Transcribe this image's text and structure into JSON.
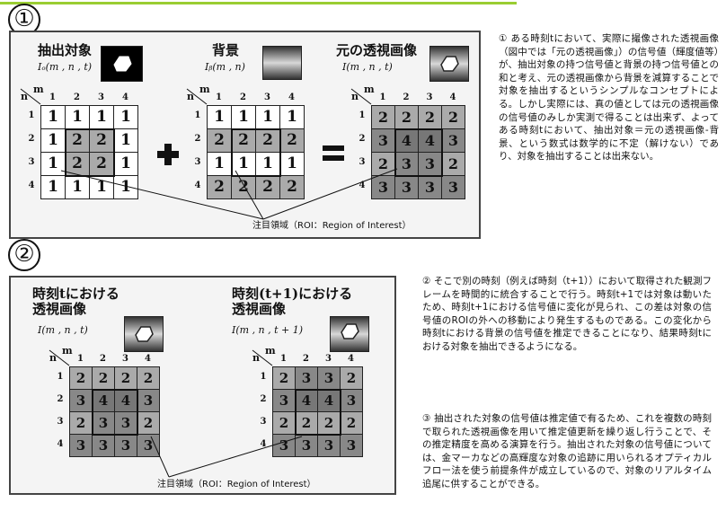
{
  "section1": {
    "number": "①",
    "panels": [
      {
        "title": "抽出対象",
        "variable": "Iₒ(m , n , t)",
        "thumb": "black",
        "matrix": [
          [
            1,
            1,
            1,
            1
          ],
          [
            1,
            2,
            2,
            1
          ],
          [
            1,
            2,
            2,
            1
          ],
          [
            1,
            1,
            1,
            1
          ]
        ]
      },
      {
        "title": "背景",
        "variable": "Iᵦ(m , n)",
        "thumb": "grad",
        "matrix": [
          [
            1,
            1,
            1,
            1
          ],
          [
            2,
            2,
            2,
            2
          ],
          [
            1,
            1,
            1,
            1
          ],
          [
            2,
            2,
            2,
            2
          ]
        ]
      },
      {
        "title": "元の透視画像",
        "variable": "I(m , n , t)",
        "thumb": "grad",
        "matrix": [
          [
            2,
            2,
            2,
            2
          ],
          [
            3,
            4,
            4,
            3
          ],
          [
            2,
            3,
            3,
            2
          ],
          [
            3,
            3,
            3,
            3
          ]
        ]
      }
    ],
    "axis_m": "m",
    "axis_n": "n",
    "col_indices": [
      "1",
      "2",
      "3",
      "4"
    ],
    "row_indices": [
      "1",
      "2",
      "3",
      "4"
    ],
    "plus": "+",
    "equals": "=",
    "roi_label": "注目領域（ROI：Region of Interest）",
    "text": "① ある時刻tにおいて、実際に撮像された透視画像（図中では「元の透視画像」）の信号値（輝度値等）が、抽出対象の持つ信号値と背景の持つ信号値との和と考え、元の透視画像から背景を減算することで対象を抽出するというシンプルなコンセプトによる。しかし実際には、真の値としては元の透視画像の信号値のみしか実測で得ることは出来ず、よってある時刻tにおいて、抽出対象＝元の透視画像-背景、という数式は数学的に不定（解けない）であり、対象を抽出することは出来ない。"
  },
  "section2": {
    "number": "②",
    "panels": [
      {
        "title": "時刻tにおける\n透視画像",
        "variable": "I(m , n , t)",
        "thumb": "grad",
        "matrix": [
          [
            2,
            2,
            2,
            2
          ],
          [
            3,
            4,
            4,
            3
          ],
          [
            2,
            3,
            3,
            2
          ],
          [
            3,
            3,
            3,
            3
          ]
        ]
      },
      {
        "title": "時刻(t+1)における\n透視画像",
        "variable": "I(m , n , t + 1)",
        "thumb": "grad",
        "matrix": [
          [
            2,
            3,
            3,
            2
          ],
          [
            3,
            4,
            4,
            3
          ],
          [
            2,
            2,
            2,
            2
          ],
          [
            3,
            3,
            3,
            3
          ]
        ]
      }
    ],
    "axis_m": "m",
    "axis_n": "n",
    "col_indices": [
      "1",
      "2",
      "3",
      "4"
    ],
    "row_indices": [
      "1",
      "2",
      "3",
      "4"
    ],
    "roi_label": "注目領域（ROI：Region of Interest）",
    "text": "② そこで別の時刻（例えば時刻（t+1））において取得された観測フレームを時間的に統合することで行う。時刻t+1では対象は動いたため、時刻t+1における信号値に変化が見られ、この差は対象の信号値のROIの外への移動により発生するものである。この変化から時刻tにおける背景の信号値を推定できることになり、結果時刻tにおける対象を抽出できるようになる。"
  },
  "section3": {
    "text": "③ 抽出された対象の信号値は推定値で有るため、これを複数の時刻で取られた透視画像を用いて推定値更新を繰り返し行うことで、その推定精度を高める演算を行う。抽出された対象の信号値については、金マーカなどの高輝度な対象の追跡に用いられるオプティカルフロー法を使う前提条件が成立しているので、対象のリアルタイム追尾に供することができる。"
  },
  "colors": {
    "cell_white": "#ffffff",
    "cell_2": "#aaaaaa",
    "cell_3": "#888888",
    "cell_4": "#777777",
    "accent_line": "#9acd32"
  }
}
